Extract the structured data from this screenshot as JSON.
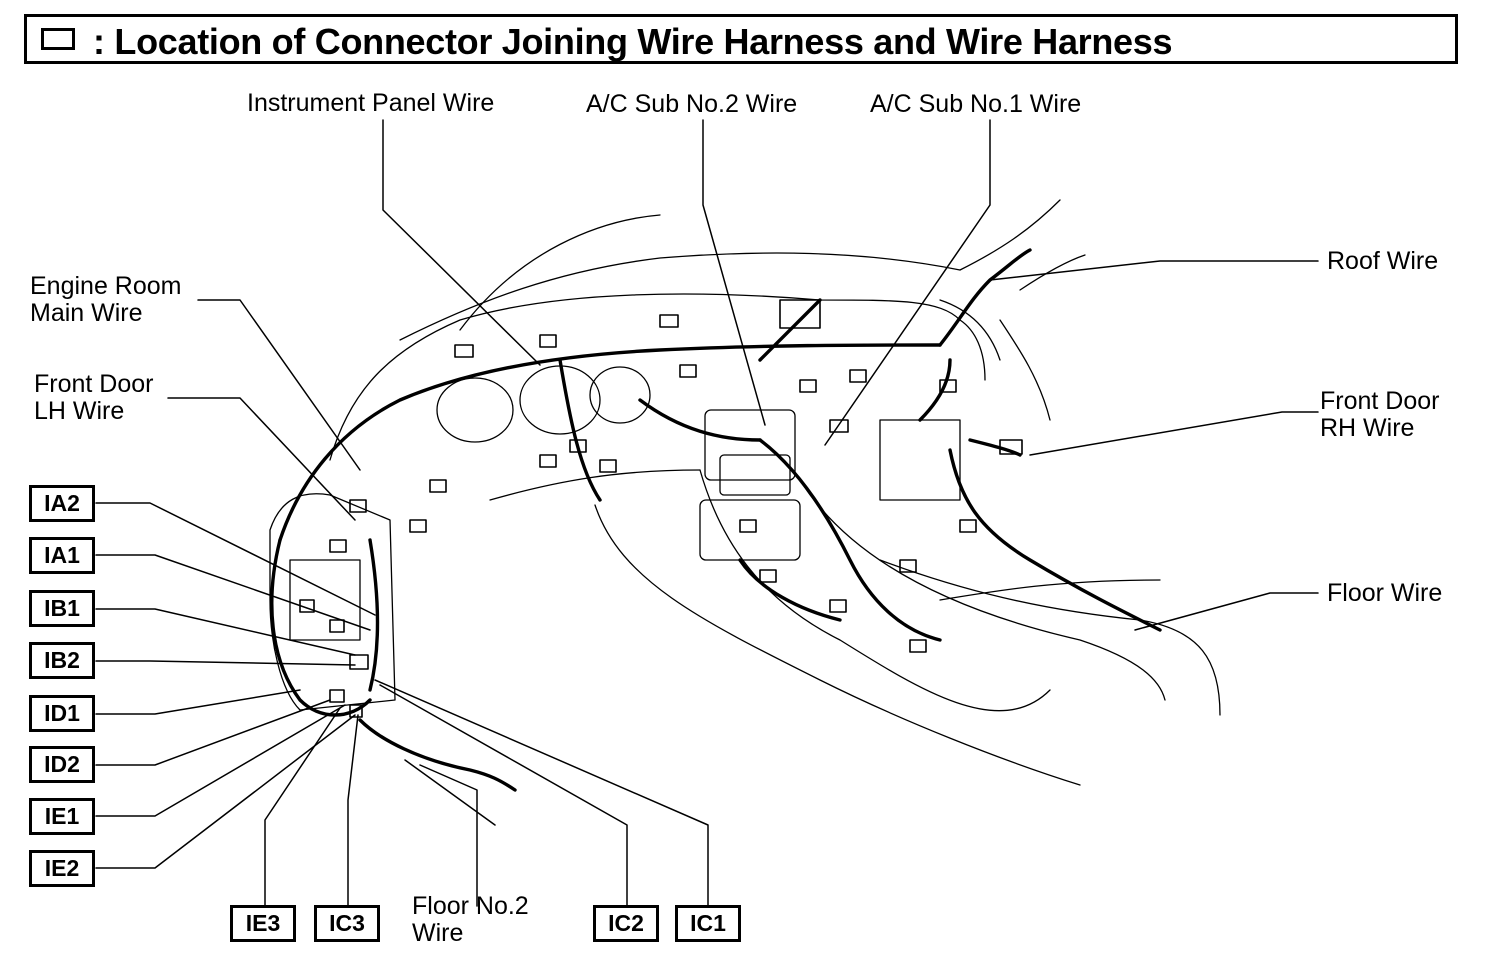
{
  "title": ": Location of Connector Joining Wire Harness and Wire Harness",
  "wire_labels": {
    "instrument_panel": "Instrument Panel Wire",
    "ac_sub_2": "A/C Sub No.2 Wire",
    "ac_sub_1": "A/C Sub No.1 Wire",
    "roof": "Roof Wire",
    "engine_room_1": "Engine Room",
    "engine_room_2": "Main Wire",
    "front_door_lh_1": "Front Door",
    "front_door_lh_2": "LH Wire",
    "front_door_rh_1": "Front Door",
    "front_door_rh_2": "RH Wire",
    "floor": "Floor Wire",
    "floor_no2_1": "Floor No.2",
    "floor_no2_2": "Wire"
  },
  "connectors": {
    "ia2": "IA2",
    "ia1": "IA1",
    "ib1": "IB1",
    "ib2": "IB2",
    "id1": "ID1",
    "id2": "ID2",
    "ie1": "IE1",
    "ie2": "IE2",
    "ie3": "IE3",
    "ic3": "IC3",
    "ic2": "IC2",
    "ic1": "IC1"
  }
}
